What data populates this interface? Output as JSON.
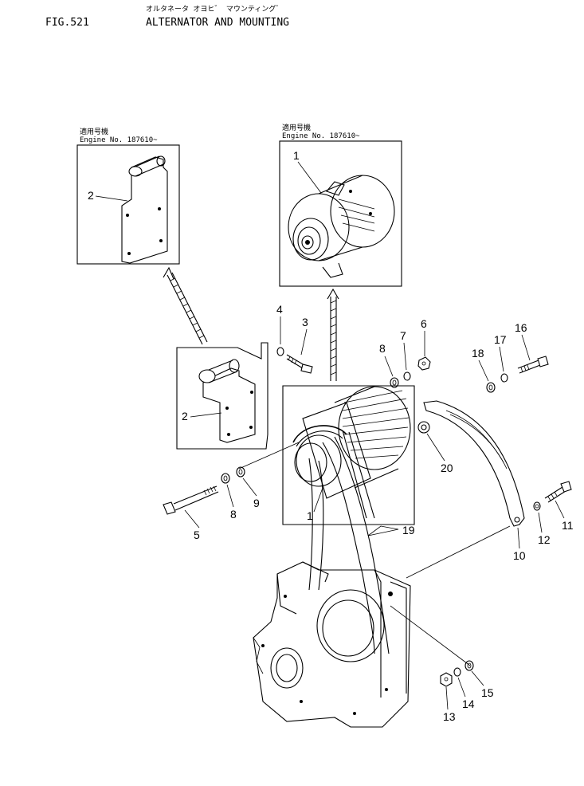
{
  "header": {
    "fig_label": "FIG.521",
    "title_jp": "オルタネータ オヨヒ゛ マウンティング゛",
    "title_en": "ALTERNATOR AND MOUNTING"
  },
  "insets": {
    "left": {
      "serial_label": "適用号機",
      "engine_no": "Engine No. 187610~"
    },
    "right": {
      "serial_label": "適用号機",
      "engine_no": "Engine No. 187610~"
    }
  },
  "callouts": {
    "inset_left_bracket": "2",
    "inset_right_alternator": "1",
    "main_bracket": "2",
    "main_alternator": "1",
    "p3": "3",
    "p4": "4",
    "p5": "5",
    "p6": "6",
    "p7": "7",
    "p8_upper": "8",
    "p8_lower": "8",
    "p9": "9",
    "p10": "10",
    "p11": "11",
    "p12": "12",
    "p13": "13",
    "p14": "14",
    "p15": "15",
    "p16": "16",
    "p17": "17",
    "p18": "18",
    "p19": "19",
    "p20": "20"
  }
}
